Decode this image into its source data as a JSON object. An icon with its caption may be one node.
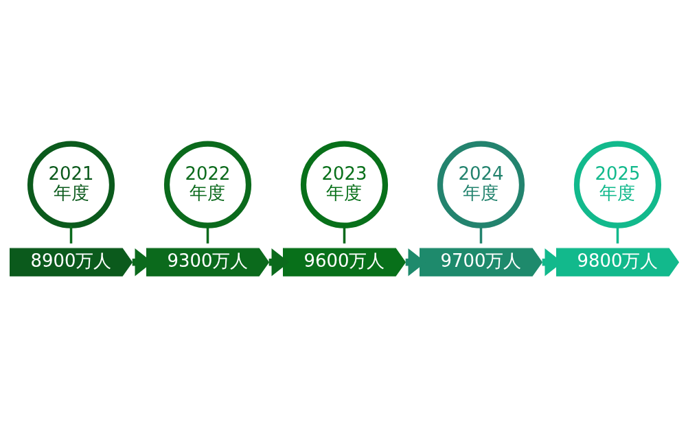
{
  "diagram": {
    "nodes": [
      {
        "text": [
          "2021",
          "年度"
        ]
      },
      {
        "text": [
          "2022",
          "年度"
        ]
      },
      {
        "text": [
          "2023",
          "年度"
        ]
      },
      {
        "text": [
          "2024",
          "年度"
        ]
      },
      {
        "text": [
          "2025",
          "年度"
        ]
      },
      {
        "text": [
          "8900万人"
        ]
      },
      {
        "text": [
          "9300万人"
        ]
      },
      {
        "text": [
          "9600万人"
        ]
      },
      {
        "text": [
          "9700万人"
        ]
      },
      {
        "text": [
          "9800万人"
        ]
      }
    ],
    "edges": [
      {
        "from": 0,
        "to": 5,
        "arrow": "none"
      },
      {
        "from": 1,
        "to": 6,
        "arrow": "none"
      },
      {
        "from": 2,
        "to": 7,
        "arrow": "none"
      },
      {
        "from": 3,
        "to": 8,
        "arrow": "none",
        "color": "#23836e"
      },
      {
        "from": 4,
        "to": 9,
        "arrow": "none",
        "color": "#12b98c"
      },
      {
        "from": 5,
        "to": 6,
        "arrow": "to",
        "style": "thick"
      },
      {
        "from": 6,
        "to": 7,
        "arrow": "to",
        "style": "thick"
      },
      {
        "from": 7,
        "to": 8,
        "arrow": "to",
        "style": "thick",
        "color": "#1e8a6c"
      },
      {
        "from": 8,
        "to": 9,
        "arrow": "to",
        "style": "thick",
        "color": "#12b98c"
      }
    ]
  }
}
